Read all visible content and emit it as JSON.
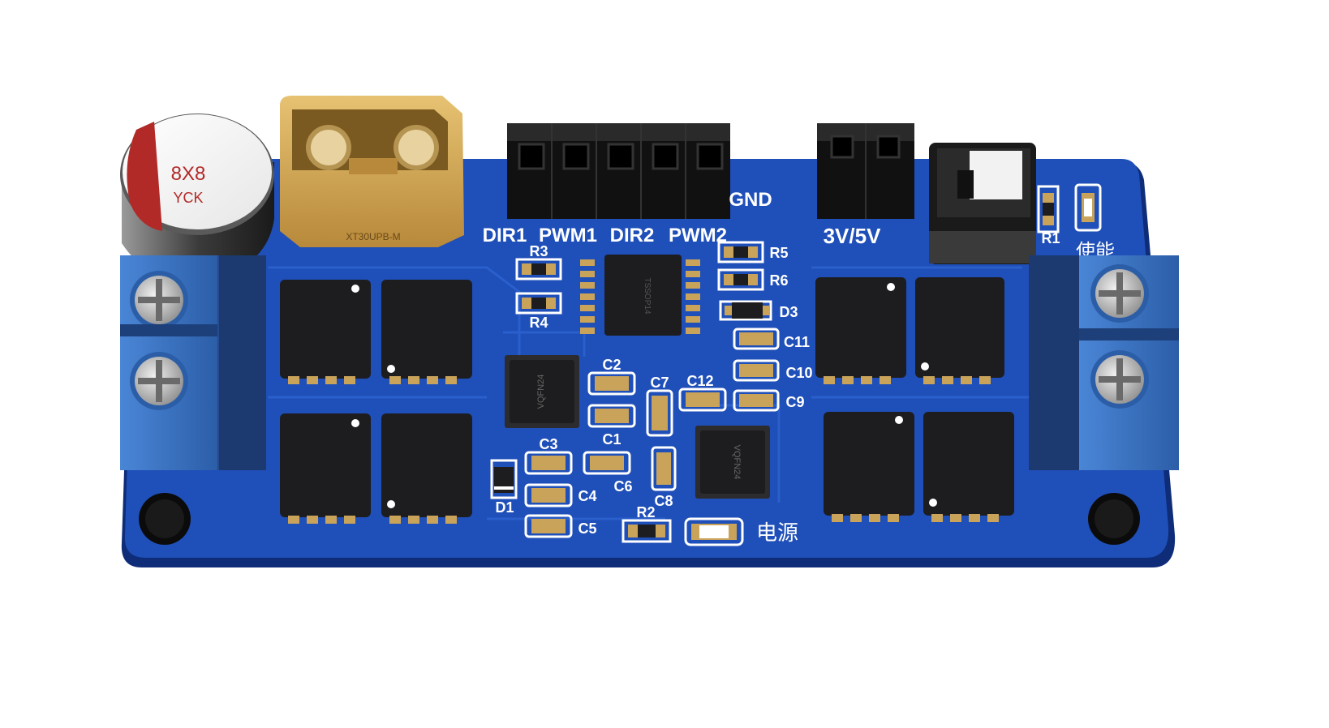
{
  "header_pins": [
    "DIR1",
    "PWM1",
    "DIR2",
    "PWM2",
    "GND"
  ],
  "power_select_label": "3V/5V",
  "enable_label": "使能",
  "power_led_label": "电源",
  "capacitor_marking": {
    "line1": "8X8",
    "line2": "YCK"
  },
  "driver_ic_marking": "VQFN24",
  "logic_ic_marking": "TSSOP14",
  "connector_marking": "XT30UPB-M",
  "designators": {
    "R1": "R1",
    "R2": "R2",
    "R3": "R3",
    "R4": "R4",
    "R5": "R5",
    "R6": "R6",
    "C1": "C1",
    "C2": "C2",
    "C3": "C3",
    "C4": "C4",
    "C5": "C5",
    "C6": "C6",
    "C7": "C7",
    "C8": "C8",
    "C9": "C9",
    "C10": "C10",
    "C11": "C11",
    "C12": "C12",
    "D1": "D1",
    "D3": "D3"
  },
  "colors": {
    "pcb": "#1f4fb8",
    "pcb_edge": "#0e2c78",
    "silkscreen": "#ffffff",
    "pad_gold": "#c9a35a",
    "terminal_block": "#3d78c9",
    "connector_body": "#d4a94f",
    "ic_body": "#1d1d1f"
  },
  "icons": [
    "screw-terminal-icon",
    "electrolytic-capacitor-icon",
    "xt30-connector-icon",
    "pin-header-icon",
    "mosfet-icon",
    "ic-chip-icon",
    "smd-resistor-icon",
    "smd-capacitor-icon",
    "led-icon",
    "mounting-hole-icon",
    "dip-switch-icon"
  ]
}
